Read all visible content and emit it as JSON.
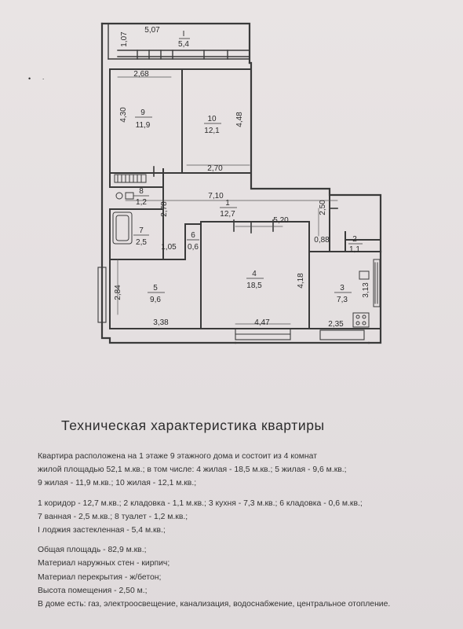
{
  "plan": {
    "rooms": [
      {
        "id": "I",
        "number": "I",
        "area": "5,4"
      },
      {
        "id": "9",
        "number": "9",
        "area": "11,9"
      },
      {
        "id": "10",
        "number": "10",
        "area": "12,1"
      },
      {
        "id": "8",
        "number": "8",
        "area": "1,2"
      },
      {
        "id": "1",
        "number": "1",
        "area": "12,7"
      },
      {
        "id": "7",
        "number": "7",
        "area": "2,5"
      },
      {
        "id": "6",
        "number": "6",
        "area": "0,6"
      },
      {
        "id": "2",
        "number": "2",
        "area": "1,1"
      },
      {
        "id": "4",
        "number": "4",
        "area": "18,5"
      },
      {
        "id": "3",
        "number": "3",
        "area": "7,3"
      },
      {
        "id": "5",
        "number": "5",
        "area": "9,6"
      }
    ],
    "dimensions": {
      "d107": "1,07",
      "d507": "5,07",
      "d268": "2,68",
      "d430": "4,30",
      "d448": "4,48",
      "d270": "2,70",
      "d710": "7,10",
      "d278": "2,78",
      "d520": "5,20",
      "d250": "2,50",
      "d088": "0,88",
      "d105": "1,05",
      "d284": "2,84",
      "d418": "4,18",
      "d313": "3,13",
      "d338": "3,38",
      "d447": "4,47",
      "d235": "2,35"
    }
  },
  "title": "Техническая характеристика квартиры",
  "specs": {
    "lines": [
      "Квартира расположена на      1      этаже      9      этажного дома и состоит из      4      комнат",
      "жилой площадью  52,1  м.кв.;  в том числе:  4   жилая  -  18,5  м.кв.;  5   жилая  -  9,6   м.кв.;",
      "9   жилая  -  11,9  м.кв.;   10   жилая  -  12,1   м.кв.;",
      "1   коридор  -  12,7  м.кв.;  2   кладовка  -  1,1  м.кв.;  3   кухня  -  7,3  м.кв.;  6   кладовка  -  0,6  м.кв.;",
      "7   ванная  -   2,5  м.кв.;  8   туалет  -   1,2  м.кв.;",
      "I   лоджия застекленная  -   5,4   м.кв.;",
      "Общая площадь  -   82,9  м.кв.;",
      "Материал наружных стен  -   кирпич;",
      "Материал перекрытия  -  ж/бетон;",
      "Высота помещения  -   2,50   м.;",
      "В доме есть: газ, электроосвещение, канализация, водоснабжение, центральное отопление."
    ]
  }
}
